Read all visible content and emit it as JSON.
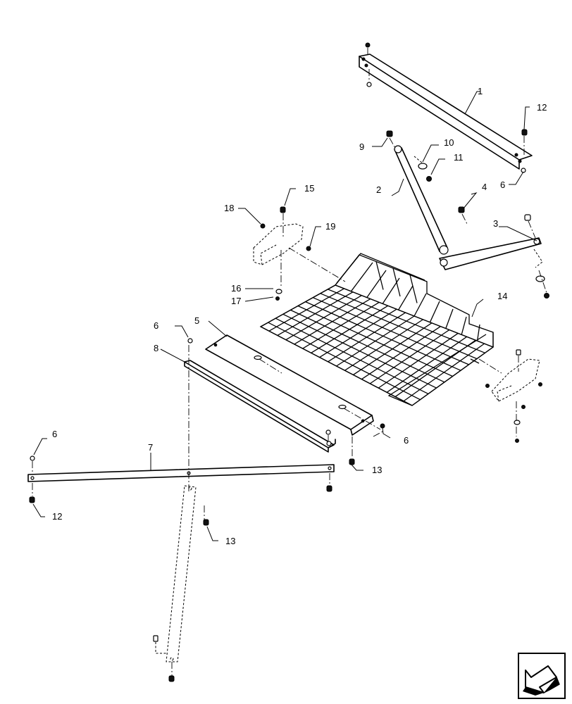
{
  "diagram": {
    "callouts": {
      "c1": "1",
      "c2": "2",
      "c3": "3",
      "c4": "4",
      "c5": "5",
      "c6a": "6",
      "c6b": "6",
      "c6c": "6",
      "c6d": "6",
      "c7": "7",
      "c8": "8",
      "c9": "9",
      "c10": "10",
      "c11": "11",
      "c12a": "12",
      "c12b": "12",
      "c13a": "13",
      "c13b": "13",
      "c14": "14",
      "c15": "15",
      "c16": "16",
      "c17": "17",
      "c18": "18",
      "c19": "19"
    },
    "nav_icon": "arrow-navigation-icon"
  }
}
